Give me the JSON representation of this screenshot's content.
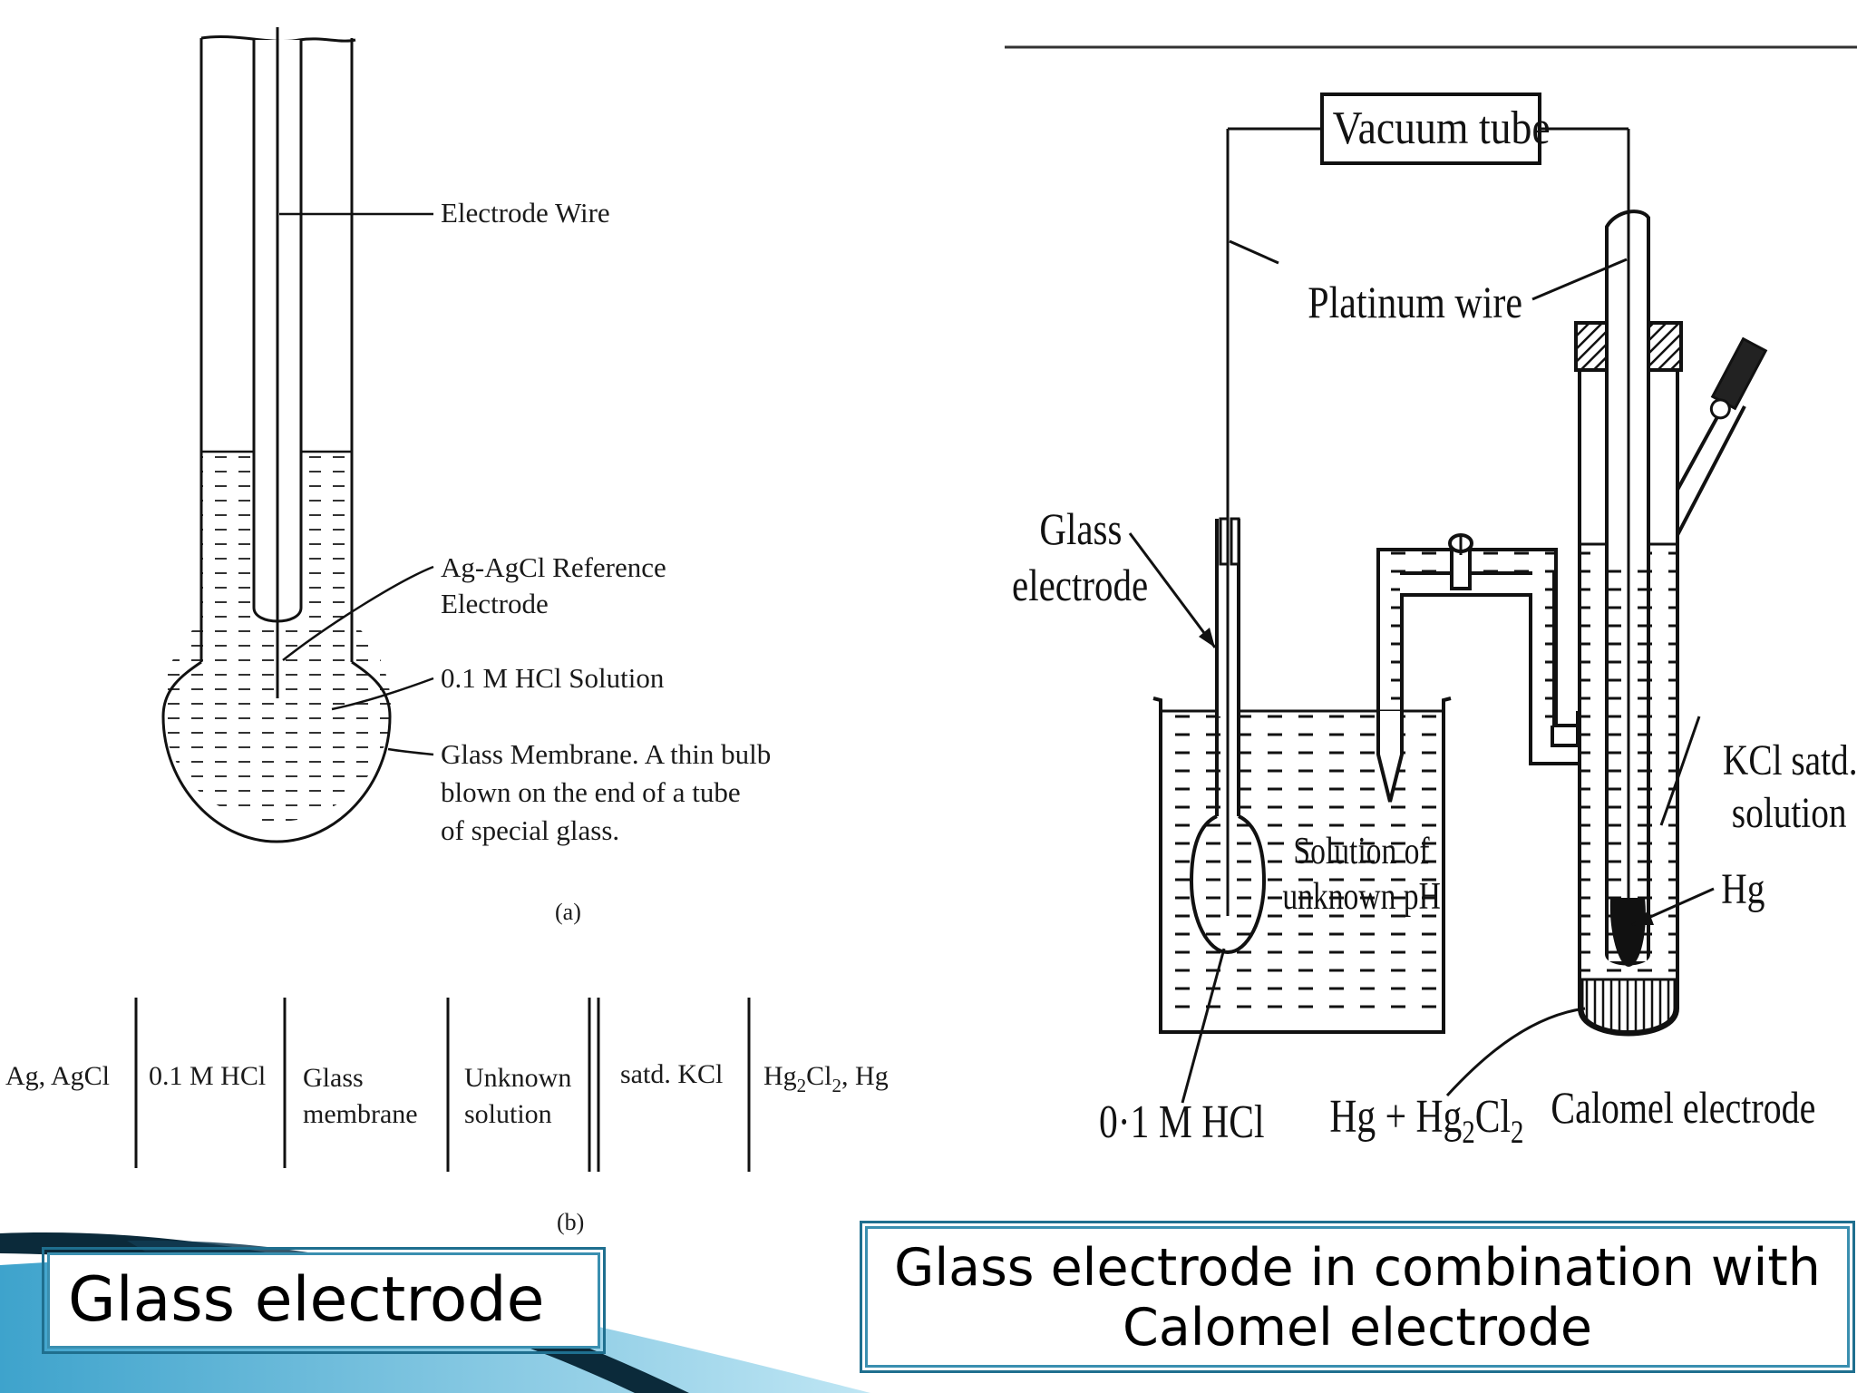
{
  "figure_left": {
    "labels": {
      "electrode_wire": "Electrode Wire",
      "reference_line1": "Ag-AgCl Reference",
      "reference_line2": "Electrode",
      "hcl_solution": "0.1 M HCl Solution",
      "membrane_line1": "Glass Membrane.  A thin bulb",
      "membrane_line2": "blown on the end of a tube",
      "membrane_line3": "of special glass.",
      "panel_a": "(a)",
      "panel_b": "(b)"
    },
    "cell_notation": {
      "ag_agcl": "Ag, AgCl",
      "hcl": "0.1 M HCl",
      "glass": "Glass",
      "membrane": "membrane",
      "unknown": "Unknown",
      "solution": "solution",
      "satd_kcl": "satd. KCl",
      "hg2cl2_base": "Hg",
      "hg2cl2_sub1": "2",
      "hg2cl2_mid": "Cl",
      "hg2cl2_sub2": "2",
      "hg2cl2_tail": ", Hg"
    }
  },
  "figure_right": {
    "labels": {
      "vacuum_tube": "Vacuum tube",
      "platinum_wire": "Platinum wire",
      "glass_line1": "Glass",
      "glass_line2": "electrode",
      "kcl_line1": "KCl satd.",
      "kcl_line2": "solution",
      "hg": "Hg",
      "unknown_line1": "Solution of",
      "unknown_line2": "unknown pH",
      "hcl": "0·1 M HCl",
      "hg_hg2cl2_base": "Hg + Hg",
      "hg_hg2cl2_sub1": "2",
      "hg_hg2cl2_mid": "Cl",
      "hg_hg2cl2_sub2": "2",
      "calomel": "Calomel electrode"
    }
  },
  "captions": {
    "left": "Glass electrode",
    "right_line1": "Glass electrode in combination with",
    "right_line2": "Calomel electrode"
  },
  "colors": {
    "caption_border": "#3a8fb0",
    "accent_dark": "#0b2a3a",
    "accent_light": "#7ec8e3"
  }
}
